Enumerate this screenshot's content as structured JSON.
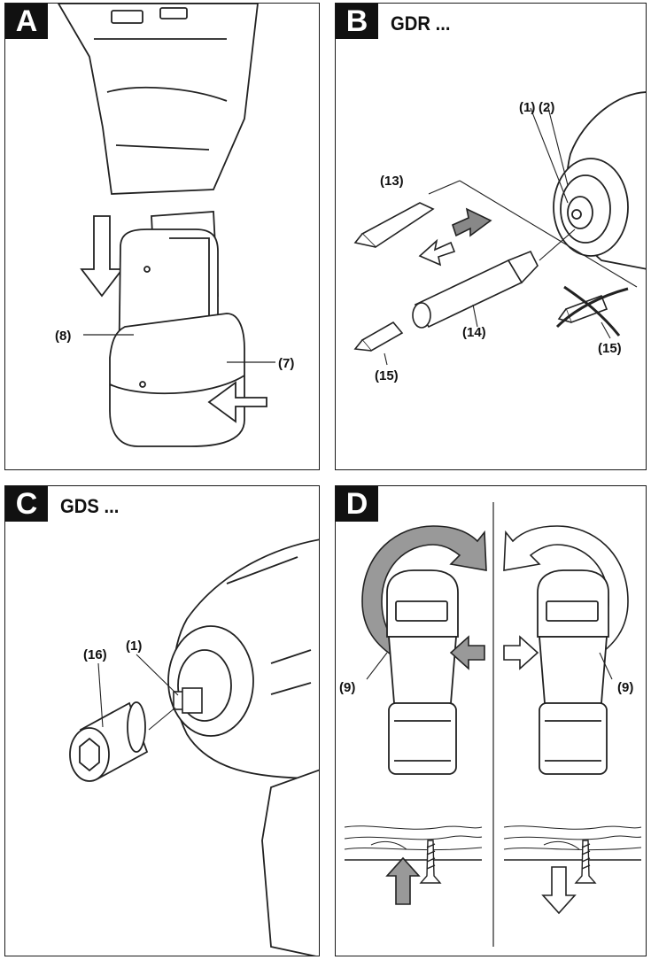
{
  "panels": {
    "A": {
      "letter": "A",
      "labels": {
        "battery": "(8)",
        "release_button": "(7)"
      }
    },
    "B": {
      "letter": "B",
      "title": "GDR ...",
      "labels": {
        "p1": "(1)",
        "p2": "(2)",
        "bit_13": "(13)",
        "holder_14": "(14)",
        "bit_15_left": "(15)",
        "bit_15_right": "(15)"
      }
    },
    "C": {
      "letter": "C",
      "title": "GDS ...",
      "labels": {
        "socket_16": "(16)",
        "anvil_1": "(1)"
      }
    },
    "D": {
      "letter": "D",
      "labels": {
        "switch_left": "(9)",
        "switch_right": "(9)"
      }
    }
  }
}
